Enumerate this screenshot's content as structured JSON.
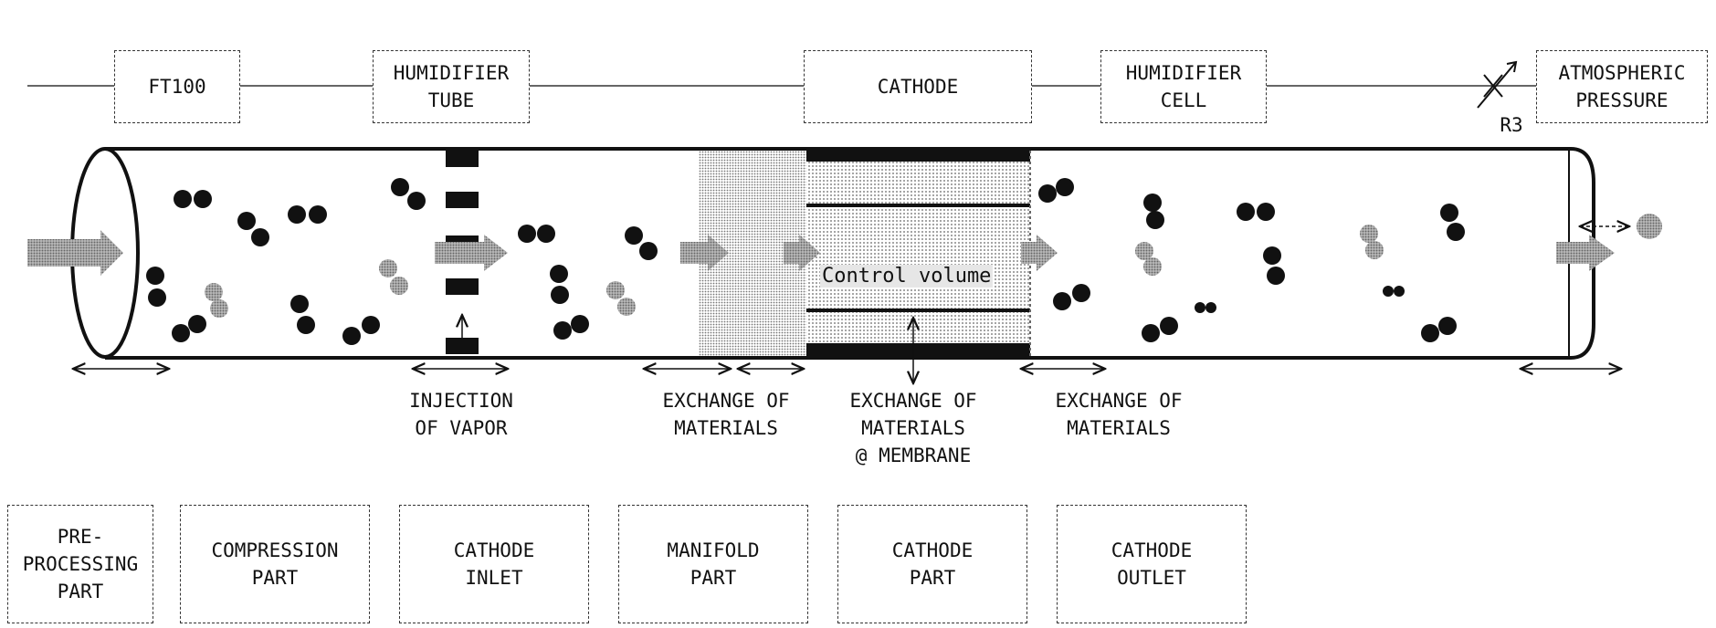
{
  "top_blocks": [
    {
      "id": "ft100",
      "label": "FT100"
    },
    {
      "id": "humidifier-tube",
      "label": "HUMIDIFIER\nTUBE"
    },
    {
      "id": "cathode",
      "label": "CATHODE"
    },
    {
      "id": "humidifier-cell",
      "label": "HUMIDIFIER\nCELL"
    },
    {
      "id": "atmospheric-pressure",
      "label": "ATMOSPHERIC\nPRESSURE"
    }
  ],
  "valve_label": "R3",
  "control_volume_label": "Control volume",
  "annotations": [
    {
      "id": "injection-of-vapor",
      "label": "INJECTION\nOF VAPOR"
    },
    {
      "id": "exchange-materials-1",
      "label": "EXCHANGE OF\nMATERIALS"
    },
    {
      "id": "exchange-membrane",
      "label": "EXCHANGE OF\nMATERIALS\n@ MEMBRANE"
    },
    {
      "id": "exchange-materials-2",
      "label": "EXCHANGE OF\nMATERIALS"
    }
  ],
  "parts": [
    {
      "id": "pre-processing-part",
      "label": "PRE-\nPROCESSING\nPART"
    },
    {
      "id": "compression-part",
      "label": "COMPRESSION\nPART"
    },
    {
      "id": "cathode-inlet",
      "label": "CATHODE\nINLET"
    },
    {
      "id": "manifold-part",
      "label": "MANIFOLD\nPART"
    },
    {
      "id": "cathode-part",
      "label": "CATHODE\nPART"
    },
    {
      "id": "cathode-outlet",
      "label": "CATHODE\nOUTLET"
    }
  ]
}
